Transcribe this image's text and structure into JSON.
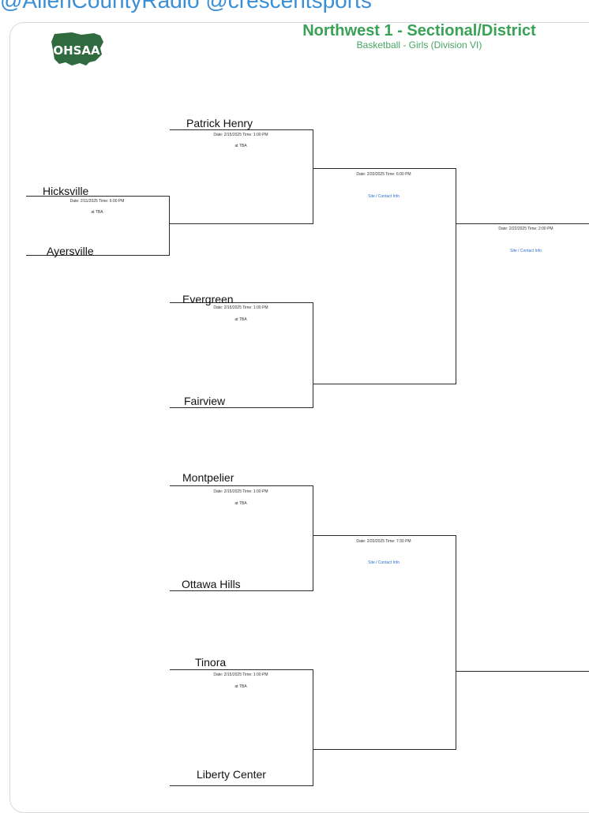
{
  "caption": "@AllenCountyRadio @crescentsports",
  "header": {
    "logo_text": "OHSAA",
    "title": "Northwest 1 - Sectional/District",
    "subtitle": "Basketball - Girls (Division VI)"
  },
  "colors": {
    "title_green": "#3aa157",
    "link_blue": "#2a6fc9",
    "logo_green": "#2f6b3f"
  },
  "teams": {
    "hicksville": "Hicksville",
    "ayersville": "Ayersville",
    "patrick_henry": "Patrick Henry",
    "evergreen": "Evergreen",
    "fairview": "Fairview",
    "montpelier": "Montpelier",
    "ottawa_hills": "Ottawa Hills",
    "tinora": "Tinora",
    "liberty_center": "Liberty Center"
  },
  "games": {
    "g1": {
      "datetime": "Date: 2/11/2025   Time: 6:00 PM",
      "location": "at TBA"
    },
    "g2": {
      "datetime": "Date: 2/15/2025   Time: 1:00 PM",
      "location": "at TBA"
    },
    "g3": {
      "datetime": "Date: 2/15/2025   Time: 1:00 PM",
      "location": "at TBA"
    },
    "g4": {
      "datetime": "Date: 2/15/2025   Time: 1:00 PM",
      "location": "at TBA"
    },
    "g5": {
      "datetime": "Date: 2/15/2025   Time: 1:00 PM",
      "location": "at TBA"
    },
    "g6": {
      "datetime": "Date: 2/20/2025   Time: 6:00 PM",
      "link": "Site / Contact Info"
    },
    "g7": {
      "datetime": "Date: 2/20/2025   Time: 7:30 PM",
      "link": "Site / Contact Info"
    },
    "g8": {
      "datetime": "Date: 2/22/2025   Time: 2:00 PM",
      "link": "Site / Contact Info"
    }
  }
}
